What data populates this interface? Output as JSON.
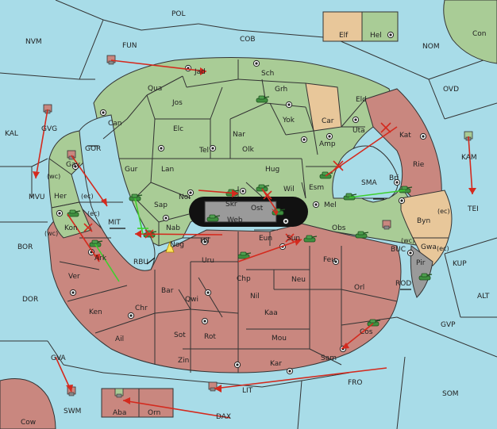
{
  "map": {
    "sea_color": "#a8dce8",
    "green_color": "#a9cc96",
    "red_color": "#c9877f",
    "tan_color": "#e8c79a",
    "grey_color": "#9a9a9a"
  },
  "labels": {
    "pol": "POL",
    "fun": "FUN",
    "cob": "COB",
    "nvm": "NVM",
    "nom": "NOM",
    "con": "Con",
    "elf": "Elf",
    "hel": "Hel",
    "ovd": "OVD",
    "kal": "KAL",
    "gvg": "GVG",
    "gor": "GOR",
    "mvu": "MVU",
    "bor": "BOR",
    "mit": "MIT",
    "rbu": "RBU",
    "dor": "DOR",
    "gva": "GVA",
    "swm": "SWM",
    "cow": "Cow",
    "aba": "Aba",
    "orn": "Orn",
    "dax": "DAX",
    "lit": "LIT",
    "fro": "FRO",
    "som": "SOM",
    "gvp": "GVP",
    "alt": "ALT",
    "kup": "KUP",
    "rod": "ROD",
    "buc": "BUC",
    "tei": "TEI",
    "kam": "KAM",
    "sma": "SMA",
    "jad": "Jad",
    "sch": "Sch",
    "qua": "Qua",
    "grh": "Grh",
    "eld": "Eld",
    "jos": "Jos",
    "can": "Can",
    "car": "Car",
    "yok": "Yok",
    "uta": "Uta",
    "kat": "Kat",
    "elc": "Elc",
    "nar": "Nar",
    "amp": "Amp",
    "tel": "Tel",
    "olk": "Olk",
    "gur": "Gur",
    "lan": "Lan",
    "hug": "Hug",
    "rie": "Rie",
    "esm": "Esm",
    "bri": "Bri",
    "gav": "Gav",
    "wc1": "(wc)",
    "her": "Her",
    "ec1": "(ec)",
    "nor": "Nor",
    "skr": "Skr",
    "wil": "Wil",
    "mel": "Mel",
    "sap": "Sap",
    "web": "Web",
    "ost": "Ost",
    "byn": "Byn",
    "ec2": "(ec)",
    "kon": "Kon",
    "wc2": "(wc)",
    "ec3": "(ec)",
    "nab": "Nab",
    "hil": "Hil",
    "eun": "Eun",
    "obs": "Obs",
    "nog": "Nog",
    "sun": "Sun",
    "wc3": "(wc)",
    "gwa": "Gwa",
    "ec4": "(ec)",
    "ark": "Ark",
    "uru": "Uru",
    "feu": "Feu",
    "pir": "Pir",
    "ver": "Ver",
    "chp": "Chp",
    "neu": "Neu",
    "bar": "Bar",
    "qwi": "Qwi",
    "nil": "Nil",
    "orl": "Orl",
    "ken": "Ken",
    "chr": "Chr",
    "kaa": "Kaa",
    "ail": "Ail",
    "sot": "Sot",
    "rot": "Rot",
    "mou": "Mou",
    "cos": "Cos",
    "zin": "Zin",
    "kar": "Kar",
    "sam": "Sam"
  }
}
